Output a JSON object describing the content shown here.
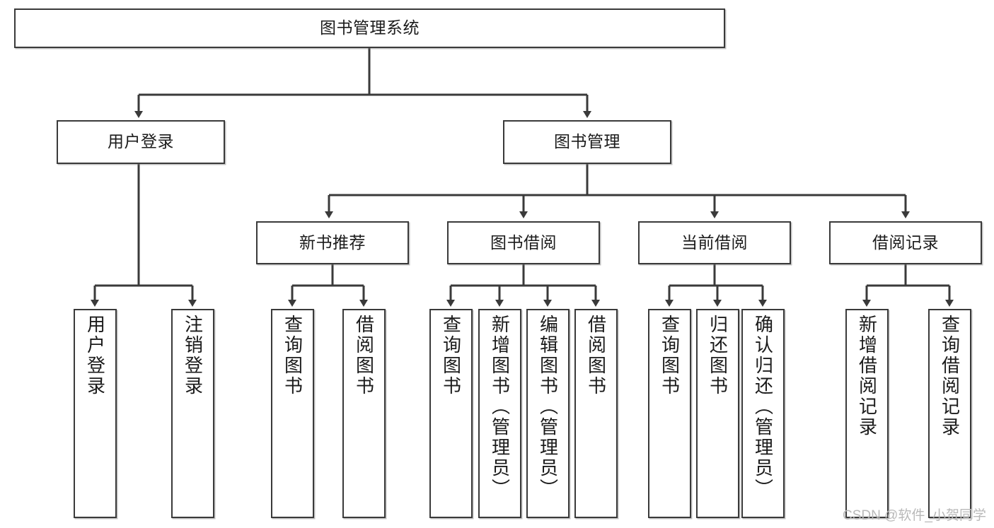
{
  "diagram": {
    "type": "tree-hierarchy-chart",
    "title": "图书管理系统",
    "stroke_color": "#3a3a3a",
    "fill_color": "#ffffff",
    "text_color": "#1b1b1b",
    "levels": 4
  },
  "nodes": {
    "root": {
      "label": "图书管理系统"
    },
    "level2": [
      {
        "id": "user-login",
        "label": "用户登录"
      },
      {
        "id": "book-management",
        "label": "图书管理"
      }
    ],
    "level3": [
      {
        "id": "new-book-recommend",
        "label": "新书推荐"
      },
      {
        "id": "book-borrow",
        "label": "图书借阅"
      },
      {
        "id": "current-borrow",
        "label": "当前借阅"
      },
      {
        "id": "borrow-record",
        "label": "借阅记录"
      }
    ],
    "leaves": {
      "user-login": [
        {
          "id": "user-login-leaf",
          "label": "用户登录"
        },
        {
          "id": "user-logout-leaf",
          "label": "注销登录"
        }
      ],
      "new-book-recommend": [
        {
          "id": "query-book-1",
          "label": "查询图书"
        },
        {
          "id": "borrow-book-1",
          "label": "借阅图书"
        }
      ],
      "book-borrow": [
        {
          "id": "query-book-2",
          "label": "查询图书"
        },
        {
          "id": "add-book-admin",
          "label": "新增图书（管理员）"
        },
        {
          "id": "edit-book-admin",
          "label": "编辑图书（管理员）"
        },
        {
          "id": "borrow-book-2",
          "label": "借阅图书"
        }
      ],
      "current-borrow": [
        {
          "id": "query-book-3",
          "label": "查询图书"
        },
        {
          "id": "return-book",
          "label": "归还图书"
        },
        {
          "id": "confirm-return-admin",
          "label": "确认归还（管理员）"
        }
      ],
      "borrow-record": [
        {
          "id": "add-borrow-record",
          "label": "新增借阅记录"
        },
        {
          "id": "query-borrow-record",
          "label": "查询借阅记录"
        }
      ]
    }
  },
  "watermark": {
    "text": "CSDN @软件_小贺同学"
  }
}
